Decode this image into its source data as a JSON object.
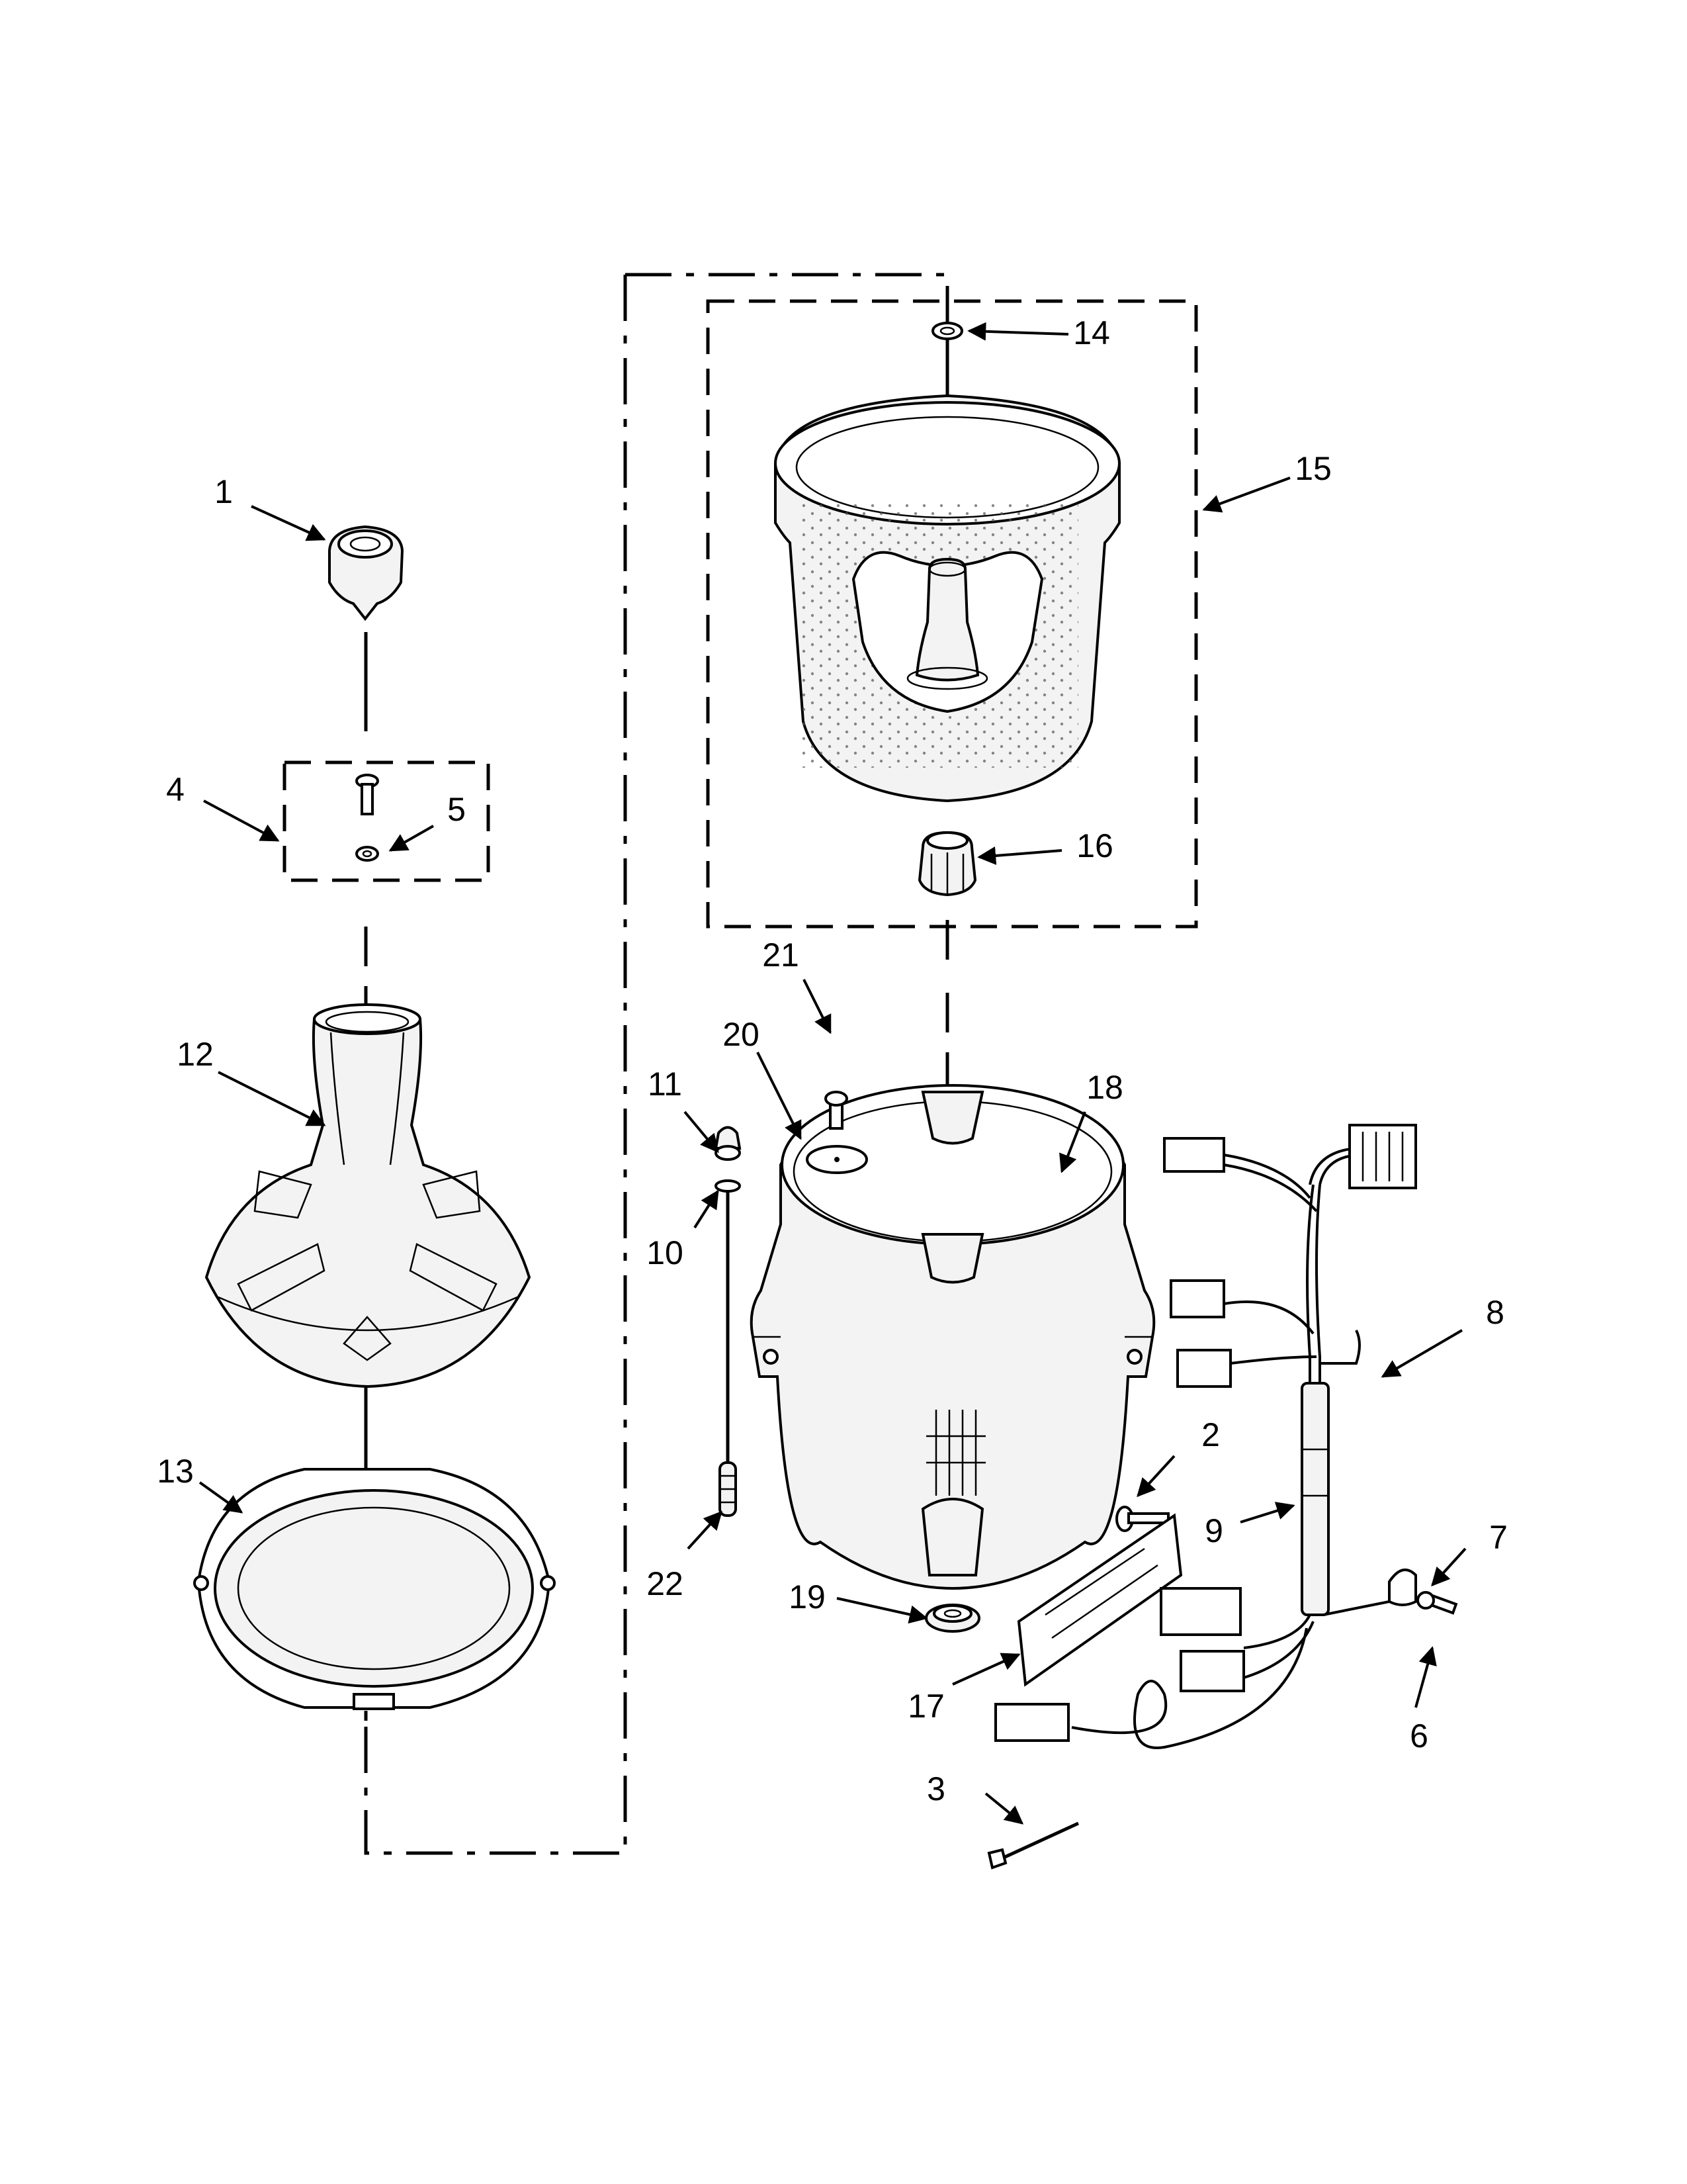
{
  "diagram": {
    "callouts": [
      {
        "id": "1",
        "label": "1"
      },
      {
        "id": "2",
        "label": "2"
      },
      {
        "id": "3",
        "label": "3"
      },
      {
        "id": "4",
        "label": "4"
      },
      {
        "id": "5",
        "label": "5"
      },
      {
        "id": "6",
        "label": "6"
      },
      {
        "id": "7",
        "label": "7"
      },
      {
        "id": "8",
        "label": "8"
      },
      {
        "id": "9",
        "label": "9"
      },
      {
        "id": "10",
        "label": "10"
      },
      {
        "id": "11",
        "label": "11"
      },
      {
        "id": "12",
        "label": "12"
      },
      {
        "id": "13",
        "label": "13"
      },
      {
        "id": "14",
        "label": "14"
      },
      {
        "id": "15",
        "label": "15"
      },
      {
        "id": "16",
        "label": "16"
      },
      {
        "id": "17",
        "label": "17"
      },
      {
        "id": "18",
        "label": "18"
      },
      {
        "id": "19",
        "label": "19"
      },
      {
        "id": "20",
        "label": "20"
      },
      {
        "id": "21",
        "label": "21"
      },
      {
        "id": "22",
        "label": "22"
      }
    ],
    "colors": {
      "ink": "#000000",
      "paper": "#ffffff",
      "shade": "#f3f3f3"
    }
  }
}
